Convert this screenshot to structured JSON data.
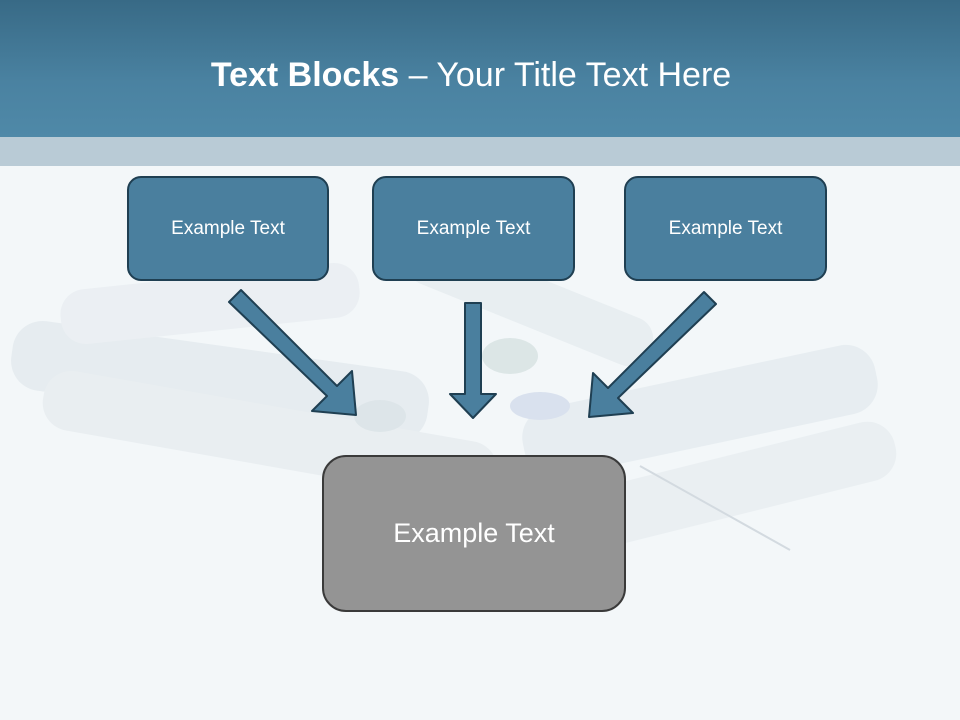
{
  "title": {
    "bold": "Text Blocks",
    "separator": " – ",
    "rest": "Your Title Text Here"
  },
  "blocks": [
    {
      "label": "Example Text"
    },
    {
      "label": "Example Text"
    },
    {
      "label": "Example Text"
    }
  ],
  "result": {
    "label": "Example Text"
  },
  "colors": {
    "header": "#4a82a1",
    "band": "#b9cbd6",
    "box_fill": "#4a7f9e",
    "box_border": "#1f3f52",
    "result_fill": "#949494",
    "arrow_fill": "#4a7f9e"
  }
}
